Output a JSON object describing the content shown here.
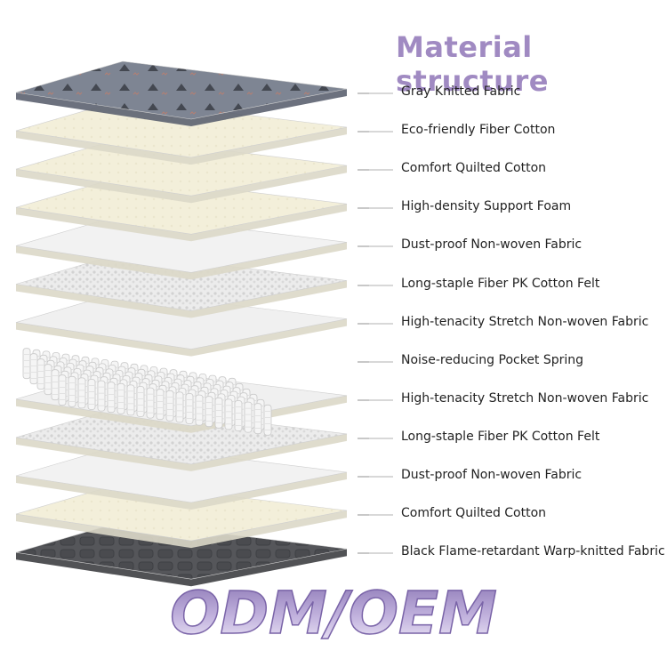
{
  "title": "Material structure",
  "layers": [
    {
      "label": "Gray Knitted Fabric",
      "kind": "gray",
      "color": "#7d8492"
    },
    {
      "label": "Eco-friendly Fiber Cotton",
      "kind": "cream",
      "color": "#f4f0dc"
    },
    {
      "label": "Comfort Quilted Cotton",
      "kind": "cream",
      "color": "#f2eed8"
    },
    {
      "label": "High-density Support Foam",
      "kind": "cream",
      "color": "#f3efd9"
    },
    {
      "label": "Dust-proof Non-woven Fabric",
      "kind": "white",
      "color": "#f2f2f2"
    },
    {
      "label": "Long-staple Fiber PK Cotton Felt",
      "kind": "felt",
      "color": "#e6e6e6"
    },
    {
      "label": "High-tenacity Stretch Non-woven Fabric",
      "kind": "white",
      "color": "#f0f0f0"
    },
    {
      "label": "Noise-reducing Pocket Spring",
      "kind": "spring",
      "color": "#f4f4f4"
    },
    {
      "label": "High-tenacity Stretch Non-woven Fabric",
      "kind": "white",
      "color": "#f0f0f0"
    },
    {
      "label": "Long-staple Fiber PK Cotton Felt",
      "kind": "felt",
      "color": "#e6e6e6"
    },
    {
      "label": "Dust-proof Non-woven Fabric",
      "kind": "white",
      "color": "#f2f2f2"
    },
    {
      "label": "Comfort Quilted Cotton",
      "kind": "cream",
      "color": "#f2eed8"
    },
    {
      "label": "Black Flame-retardant Warp-knitted Fabric",
      "kind": "dark",
      "color": "#56575b"
    }
  ],
  "footer": "ODM/OEM",
  "colors": {
    "title": "#a08ac2",
    "footer_top": "#8c77b5",
    "footer_bottom": "#f1ecf8"
  }
}
